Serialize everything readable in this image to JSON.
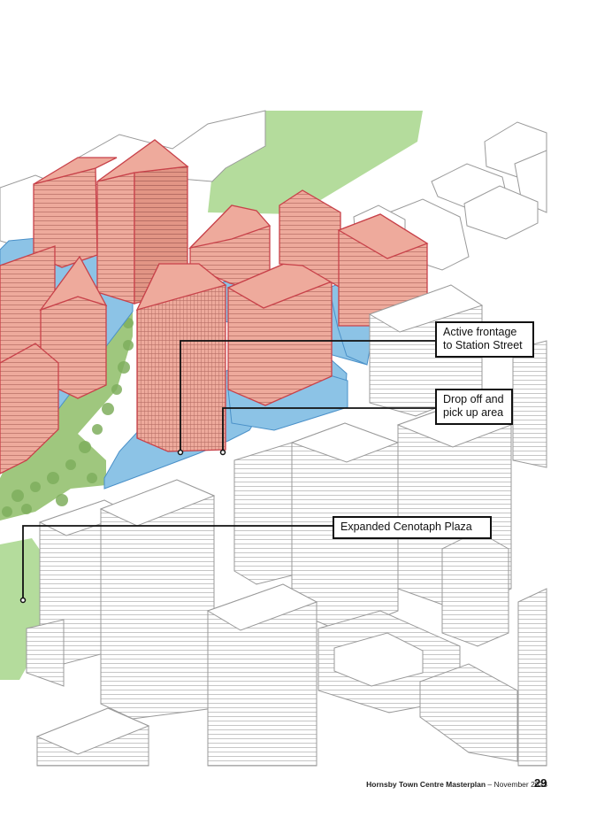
{
  "callouts": {
    "active_frontage": {
      "line1": "Active frontage",
      "line2": "to Station Street"
    },
    "drop_off": {
      "line1": "Drop off and",
      "line2": "pick up area"
    },
    "cenotaph": {
      "line1": "Expanded Cenotaph Plaza"
    }
  },
  "footer": {
    "title": "Hornsby Town Centre Masterplan",
    "separator": " – ",
    "date": "November 2023",
    "page_number": "29"
  },
  "colors": {
    "proposed_building": "#eeaa9c",
    "proposed_outline": "#c8424a",
    "podium_blue": "#8cc3e6",
    "green_space": "#b4dc9c",
    "existing_building": "#ffffff",
    "existing_outline": "#9a9a9a"
  }
}
